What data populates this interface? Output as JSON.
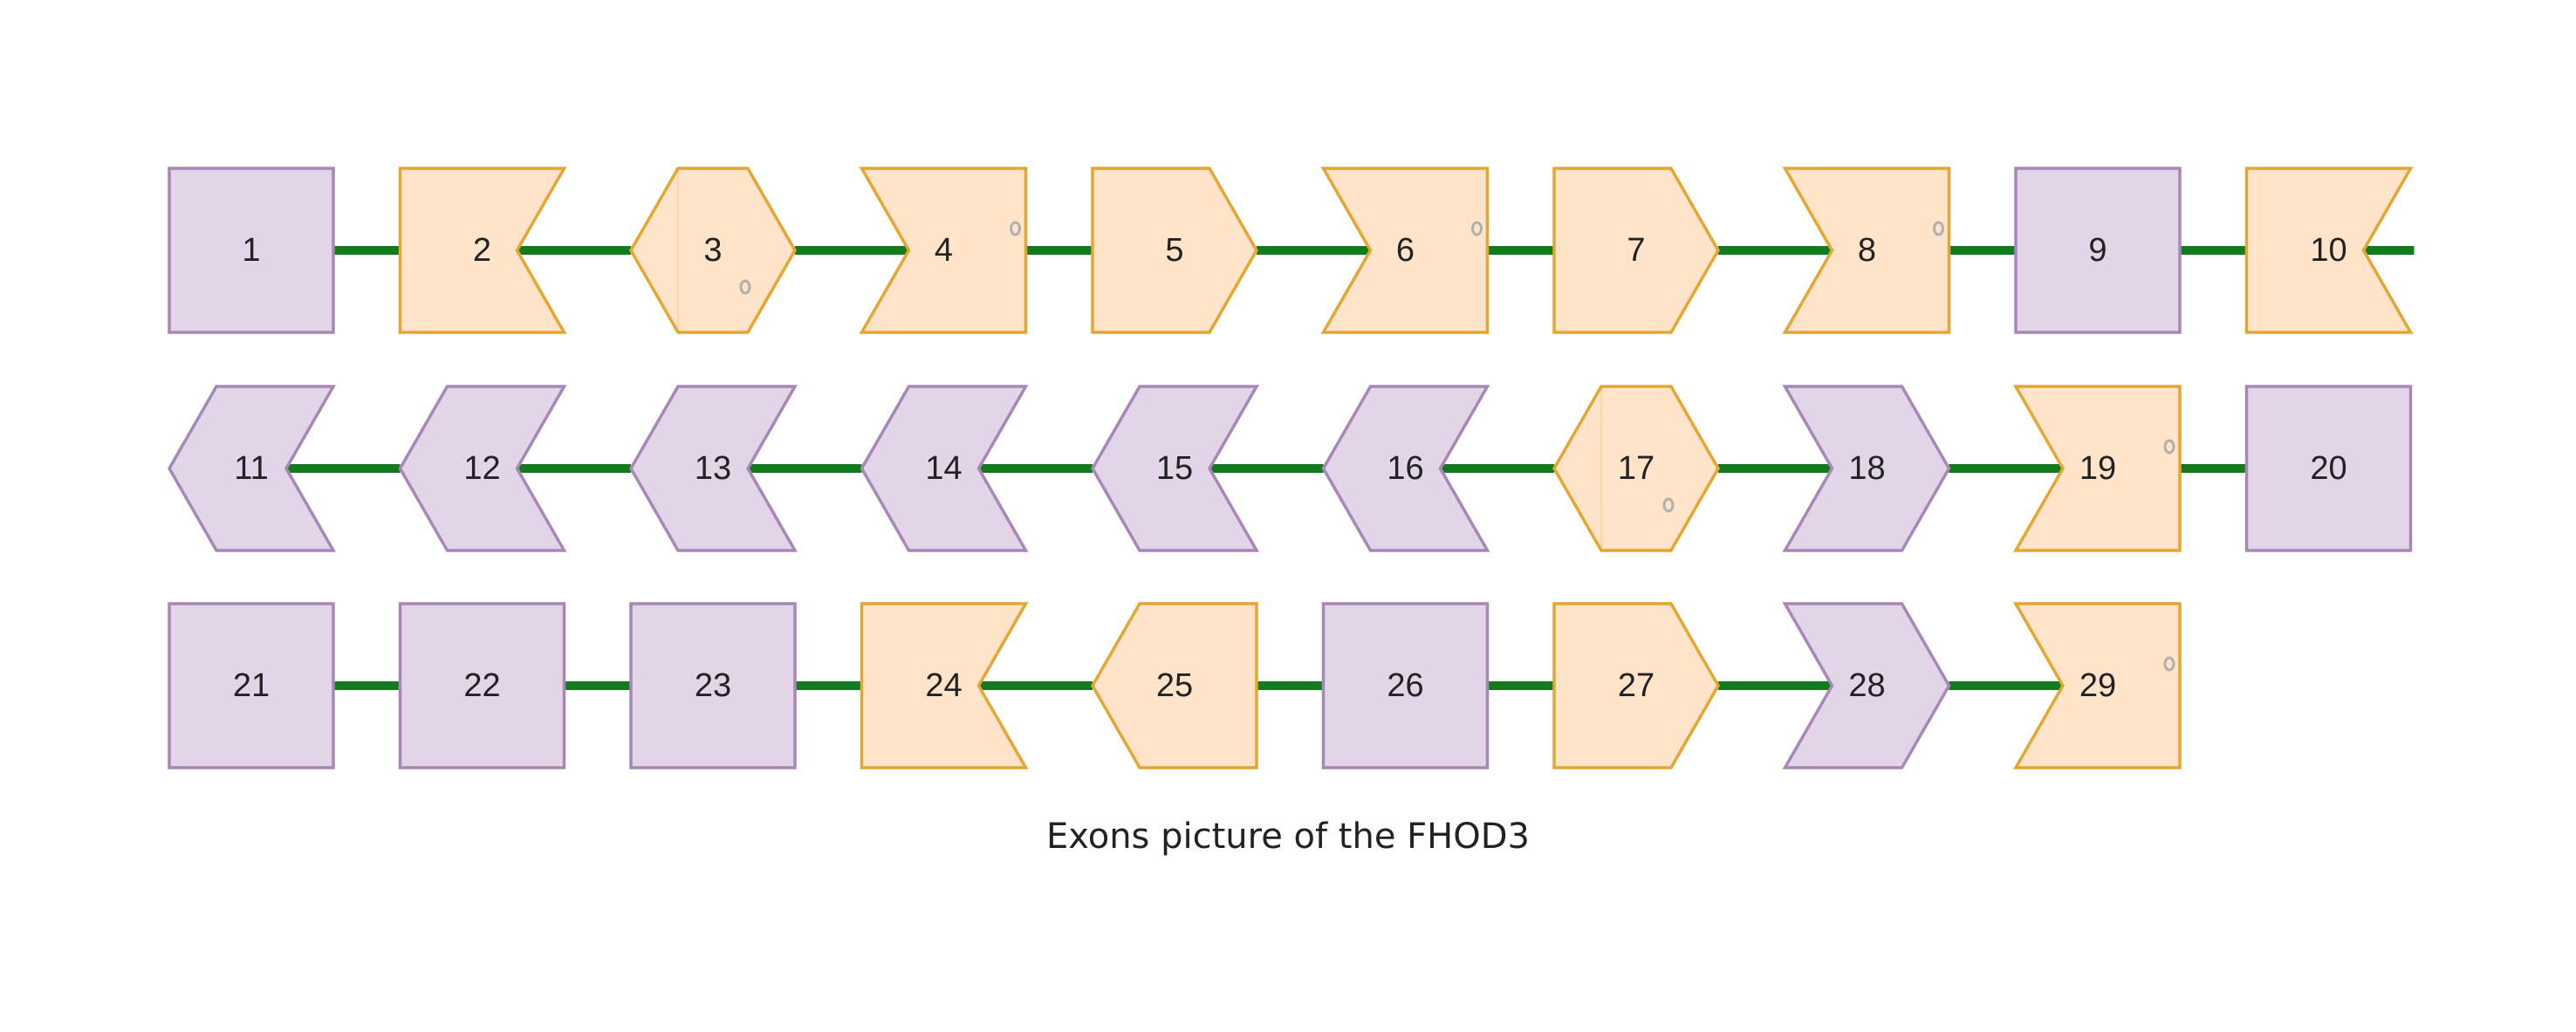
{
  "diagram": {
    "caption": "Exons picture of the FHOD3",
    "colors": {
      "orange_fill": "#FFE4CA",
      "orange_stroke": "#E5A631",
      "purple_fill": "#E2D5E8",
      "purple_stroke": "#A887B7",
      "connector": "#137A1E",
      "marker": "#B0B0B0"
    },
    "exons": [
      {
        "label": "1",
        "color": "purple",
        "shape": "square"
      },
      {
        "label": "2",
        "color": "orange",
        "shape": "notch-right"
      },
      {
        "label": "3",
        "color": "orange",
        "shape": "hexagon",
        "marker": true
      },
      {
        "label": "4",
        "color": "orange",
        "shape": "notch-left",
        "marker": true
      },
      {
        "label": "5",
        "color": "orange",
        "shape": "point-right"
      },
      {
        "label": "6",
        "color": "orange",
        "shape": "notch-left",
        "marker": true
      },
      {
        "label": "7",
        "color": "orange",
        "shape": "point-right"
      },
      {
        "label": "8",
        "color": "orange",
        "shape": "notch-left",
        "marker": true
      },
      {
        "label": "9",
        "color": "purple",
        "shape": "square"
      },
      {
        "label": "10",
        "color": "orange",
        "shape": "notch-right"
      },
      {
        "label": "11",
        "color": "purple",
        "shape": "chevron-left"
      },
      {
        "label": "12",
        "color": "purple",
        "shape": "chevron-left"
      },
      {
        "label": "13",
        "color": "purple",
        "shape": "chevron-left"
      },
      {
        "label": "14",
        "color": "purple",
        "shape": "chevron-left"
      },
      {
        "label": "15",
        "color": "purple",
        "shape": "chevron-left"
      },
      {
        "label": "16",
        "color": "purple",
        "shape": "chevron-left"
      },
      {
        "label": "17",
        "color": "orange",
        "shape": "hexagon",
        "marker": true
      },
      {
        "label": "18",
        "color": "purple",
        "shape": "chevron-right"
      },
      {
        "label": "19",
        "color": "orange",
        "shape": "notch-left",
        "marker": true
      },
      {
        "label": "20",
        "color": "purple",
        "shape": "square"
      },
      {
        "label": "21",
        "color": "purple",
        "shape": "square"
      },
      {
        "label": "22",
        "color": "purple",
        "shape": "square"
      },
      {
        "label": "23",
        "color": "purple",
        "shape": "square"
      },
      {
        "label": "24",
        "color": "orange",
        "shape": "notch-right"
      },
      {
        "label": "25",
        "color": "orange",
        "shape": "point-left"
      },
      {
        "label": "26",
        "color": "purple",
        "shape": "square"
      },
      {
        "label": "27",
        "color": "orange",
        "shape": "point-right"
      },
      {
        "label": "28",
        "color": "purple",
        "shape": "chevron-right"
      },
      {
        "label": "29",
        "color": "orange",
        "shape": "notch-left",
        "marker": true
      }
    ]
  }
}
